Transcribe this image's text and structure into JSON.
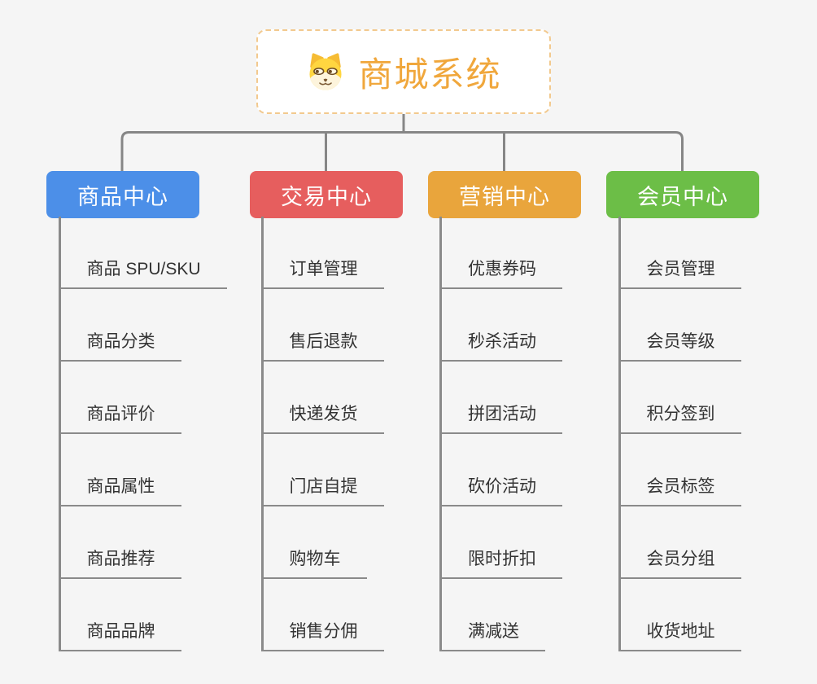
{
  "root": {
    "title": "商城系统",
    "title_color": "#F0A73C",
    "border_color": "#F2C98E",
    "icon": "dog-face-icon"
  },
  "connector_color": "#868686",
  "underline_color": "#8A8A8A",
  "child_text_color": "#333333",
  "background_color": "#F5F5F5",
  "branches": [
    {
      "label": "商品中心",
      "color": "#4C8FE8",
      "children": [
        "商品 SPU/SKU",
        "商品分类",
        "商品评价",
        "商品属性",
        "商品推荐",
        "商品品牌"
      ]
    },
    {
      "label": "交易中心",
      "color": "#E65E5E",
      "children": [
        "订单管理",
        "售后退款",
        "快递发货",
        "门店自提",
        "购物车",
        "销售分佣"
      ]
    },
    {
      "label": "营销中心",
      "color": "#E9A53C",
      "children": [
        "优惠券码",
        "秒杀活动",
        "拼团活动",
        "砍价活动",
        "限时折扣",
        "满减送"
      ]
    },
    {
      "label": "会员中心",
      "color": "#6CBE47",
      "children": [
        "会员管理",
        "会员等级",
        "积分签到",
        "会员标签",
        "会员分组",
        "收货地址"
      ]
    }
  ]
}
